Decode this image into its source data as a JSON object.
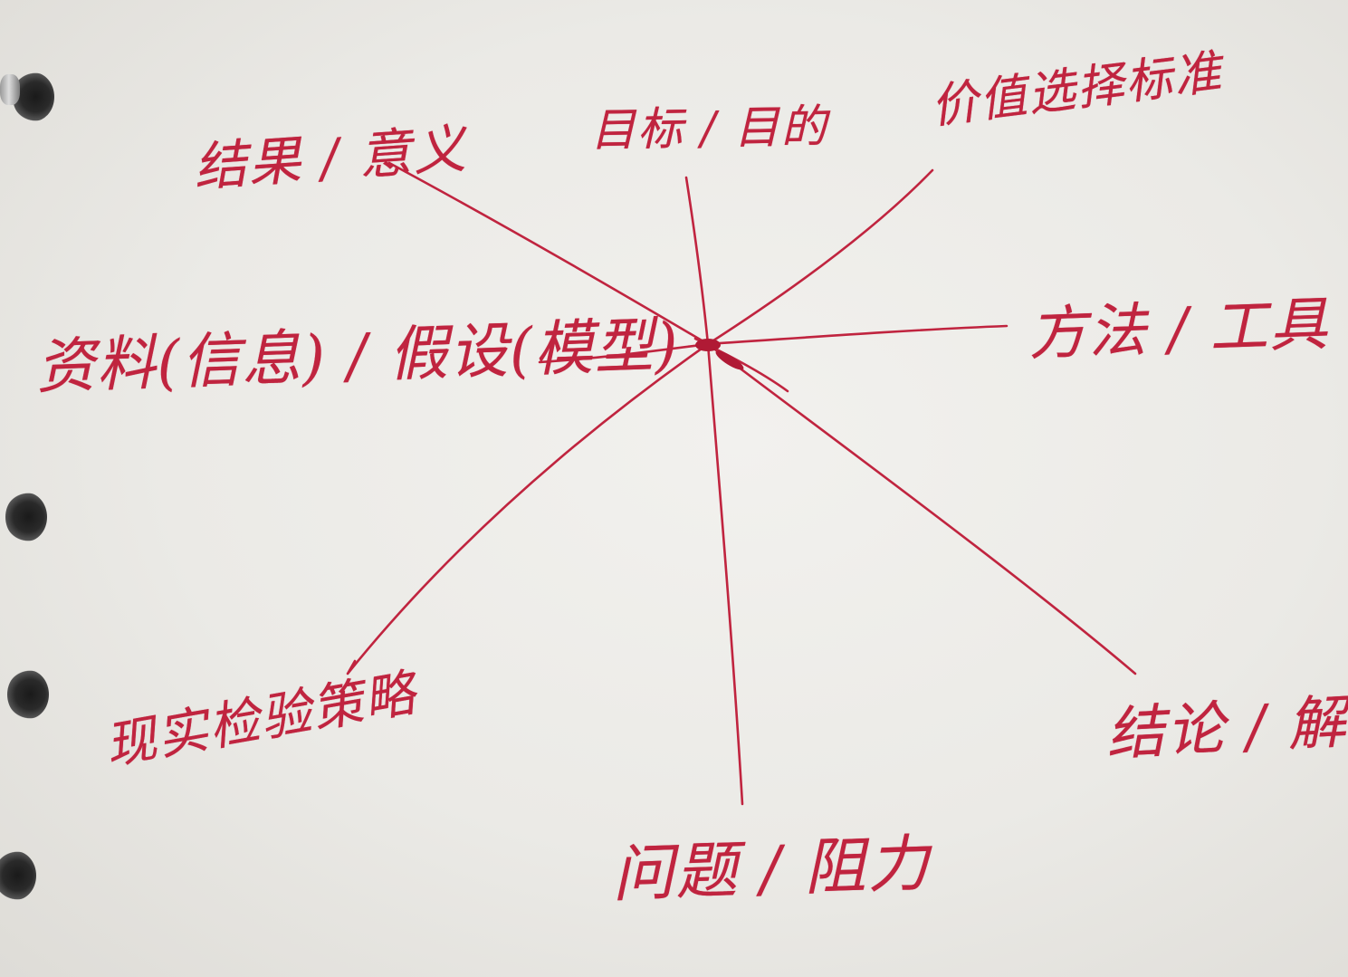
{
  "diagram": {
    "center_node": "",
    "branches": [
      {
        "position": "top",
        "label": "目标 / 目的"
      },
      {
        "position": "top-right",
        "label": "价值选择标准"
      },
      {
        "position": "right",
        "label": "方法 / 工具"
      },
      {
        "position": "bottom-right",
        "label": "结论 / 解释"
      },
      {
        "position": "bottom",
        "label": "问题 / 阻力"
      },
      {
        "position": "bottom-left",
        "label": "现实检验策略"
      },
      {
        "position": "left",
        "label": "资料(信息) / 假设(模型)"
      },
      {
        "position": "top-left",
        "label": "结果 / 意义"
      }
    ]
  },
  "colors": {
    "ink": "#c0243f",
    "paper": "#eeede9",
    "ring_hole": "#1a1a1a"
  }
}
